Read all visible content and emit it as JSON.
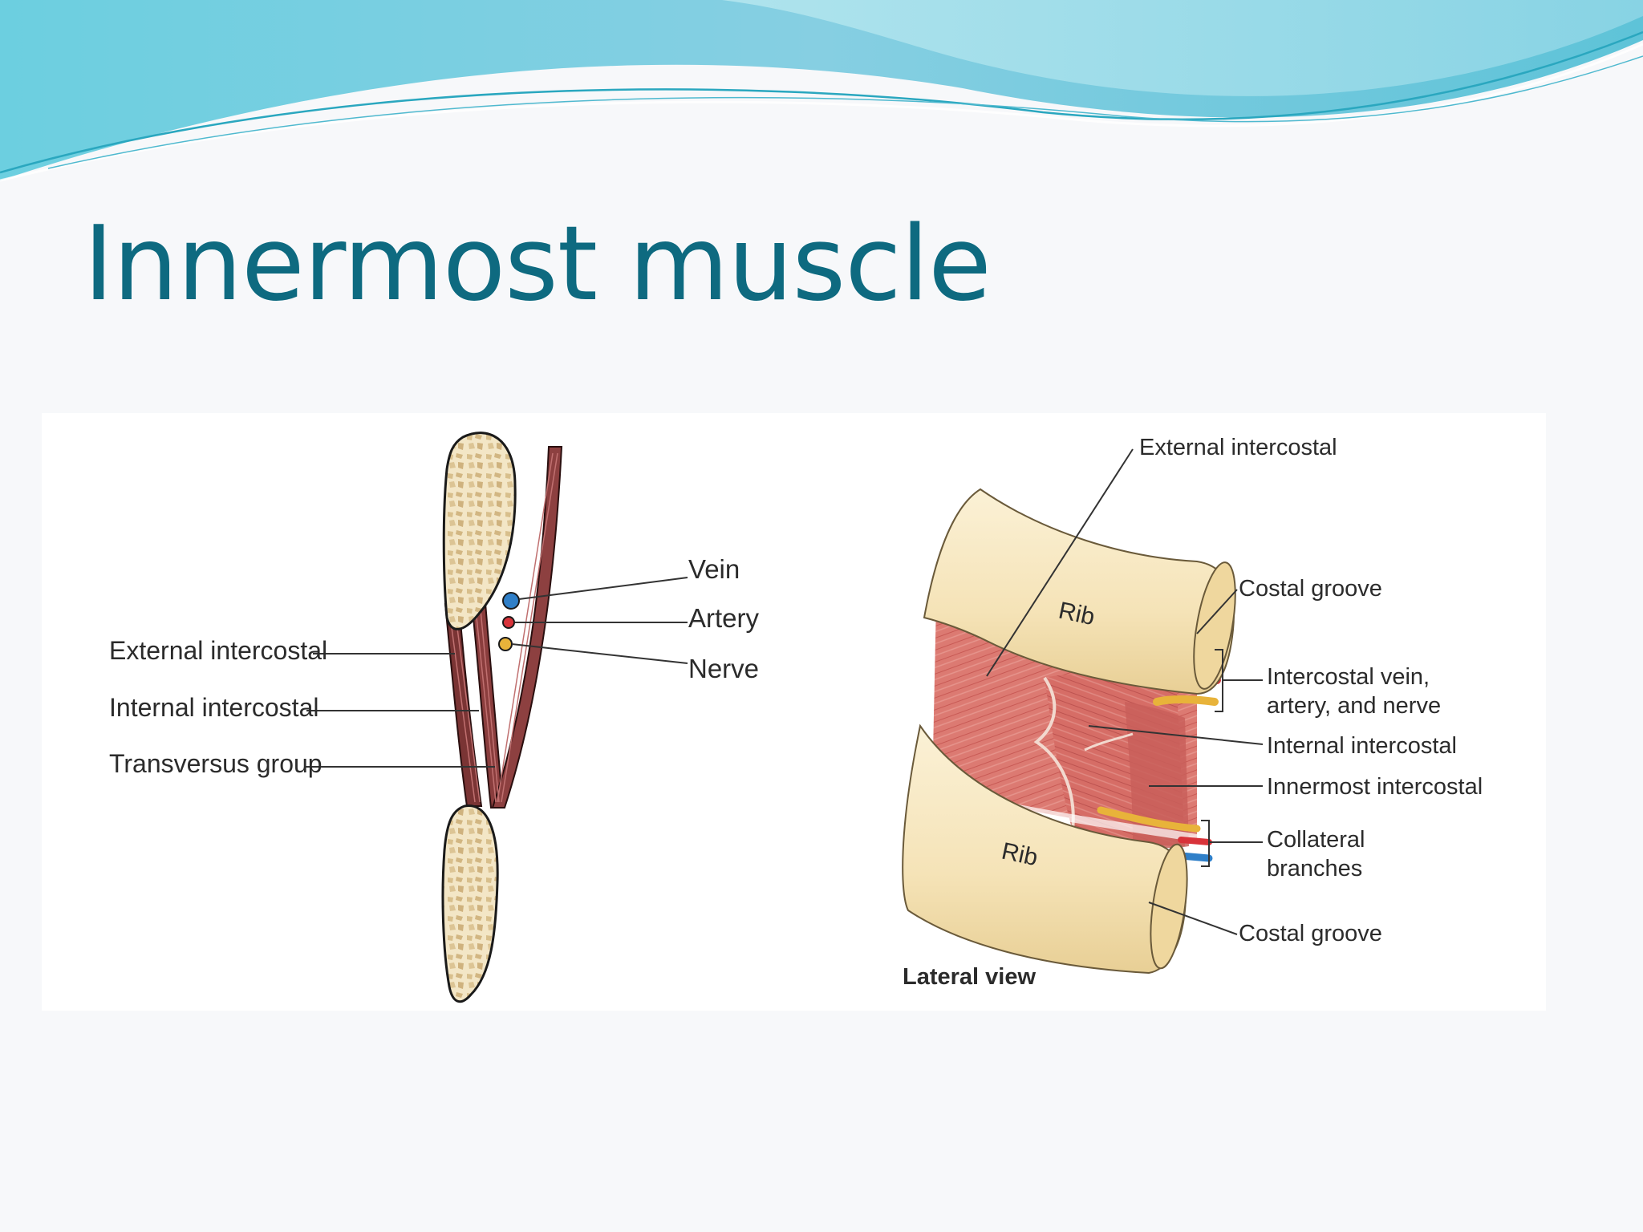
{
  "slide": {
    "title": "Innermost muscle"
  },
  "figure_left": {
    "labels": {
      "external_intercostal": "External intercostal",
      "internal_intercostal": "Internal intercostal",
      "transversus_group": "Transversus group",
      "vein": "Vein",
      "artery": "Artery",
      "nerve": "Nerve"
    }
  },
  "figure_right": {
    "labels": {
      "external_intercostal": "External intercostal",
      "costal_groove_top": "Costal groove",
      "intercostal_vessels_line1": "Intercostal vein,",
      "intercostal_vessels_line2": "artery, and nerve",
      "internal_intercostal": "Internal intercostal",
      "innermost_intercostal": "Innermost intercostal",
      "collateral_line1": "Collateral",
      "collateral_line2": "branches",
      "costal_groove_bottom": "Costal groove",
      "rib_top": "Rib",
      "rib_bottom": "Rib",
      "caption": "Lateral view"
    }
  },
  "colors": {
    "title": "#0e6a80",
    "vein": "#2f7fc8",
    "artery": "#d8333a",
    "nerve": "#e8b33a",
    "muscle": "#d9706a",
    "bone": "#f4e2b8"
  }
}
